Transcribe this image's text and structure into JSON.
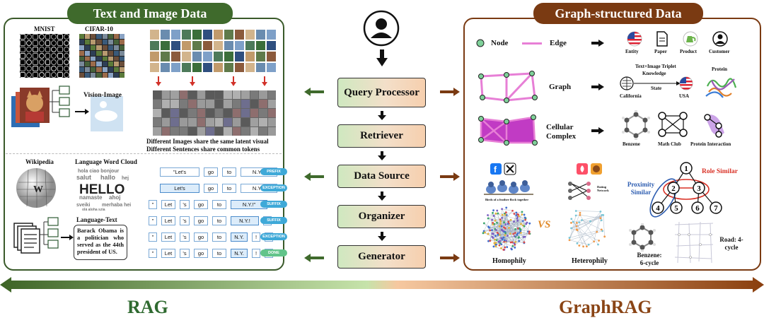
{
  "left_panel": {
    "title": "Text and Image Data",
    "mnist": "MNIST",
    "cifar": "CIFAR-10",
    "vision_image": "Vision-Image",
    "latent_caption_1": "Different Images share the same latent visual",
    "latent_caption_2": "Different Sentences share common tokens",
    "wikipedia": "Wikipedia",
    "word_cloud": "Language Word Cloud",
    "cloud_word": "HELLO",
    "language_text": "Language-Text",
    "example_text": "Barack Obama is a politician who served as the 44th president of US.",
    "token_rows": [
      {
        "tokens": [
          "\"Let's",
          "go",
          "to",
          "N.Y.!\""
        ],
        "tag": "PREFIX"
      },
      {
        "tokens": [
          "Let's",
          "go",
          "to",
          "N.Y.!\""
        ],
        "tag": "EXCEPTION"
      },
      {
        "tokens": [
          "\"",
          "Let",
          "'s",
          "go",
          "to",
          "N.Y.!\""
        ],
        "tag": "SUFFIX"
      },
      {
        "tokens": [
          "\"",
          "Let",
          "'s",
          "go",
          "to",
          "N.Y.!",
          "\""
        ],
        "tag": "SUFFIX"
      },
      {
        "tokens": [
          "\"",
          "Let",
          "'s",
          "go",
          "to",
          "N.Y.",
          "!",
          "\""
        ],
        "tag": "EXCEPTION"
      },
      {
        "tokens": [
          "\"",
          "Let",
          "'s",
          "go",
          "to",
          "N.Y.",
          "!",
          "\""
        ],
        "tag": "DONE"
      }
    ]
  },
  "center": {
    "stages": [
      "Query Processor",
      "Retriever",
      "Data Source",
      "Organizer",
      "Generator"
    ]
  },
  "right_panel": {
    "title": "Graph-structured Data",
    "node": "Node",
    "edge": "Edge",
    "entities": [
      "Entity",
      "Paper",
      "Product",
      "Customer"
    ],
    "graph": "Graph",
    "triplet_title": "Text+Image Triplet",
    "knowledge": "Knowledge",
    "state": "State",
    "california": "California",
    "usa": "USA",
    "protein": "Protein",
    "cellular_complex": "Cellular Complex",
    "benzene": "Benzene",
    "math_club": "Math Club",
    "protein_interaction": "Protein Interaction",
    "birds_caption": "Birds of a feather flock together",
    "dating": "Dating Network",
    "homophily": "Homophily",
    "heterophily": "Heterophily",
    "vs": "VS",
    "role_similar": "Role Similar",
    "proximity_similar": "Proximity Similar",
    "node_labels": [
      "1",
      "2",
      "3",
      "4",
      "5",
      "6",
      "7"
    ],
    "benzene_cycle": "Benzene: 6-cycle",
    "road": "Road: 4-cycle"
  },
  "bottom": {
    "rag": "RAG",
    "graphrag": "GraphRAG"
  },
  "colors": {
    "rag_green": "#3f6a2c",
    "graph_brown": "#7a3a12",
    "edge_pink": "#e77fd6",
    "node_green": "#7fd19a"
  }
}
